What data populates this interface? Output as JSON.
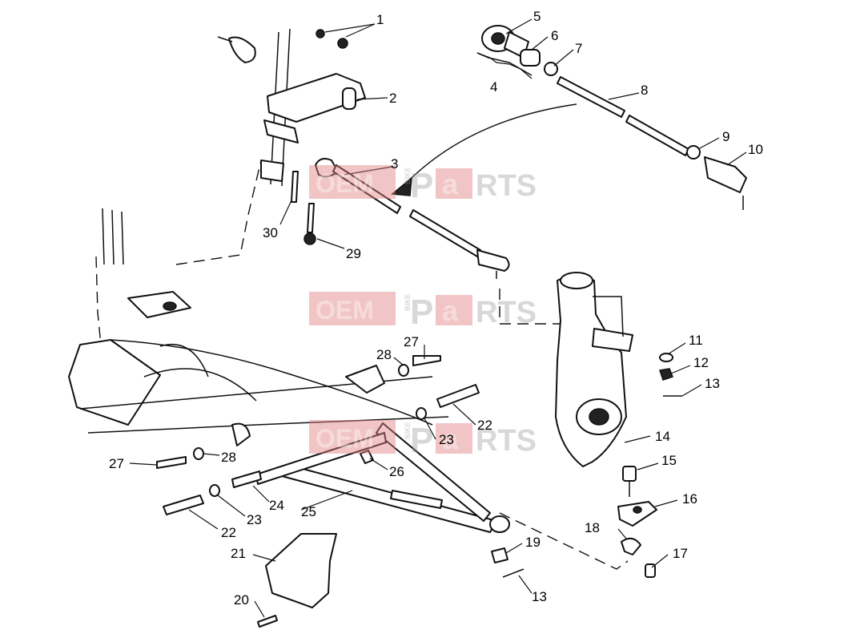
{
  "callouts": [
    {
      "id": "c1",
      "text": "1"
    },
    {
      "id": "c2",
      "text": "2"
    },
    {
      "id": "c3",
      "text": "3"
    },
    {
      "id": "c4",
      "text": "4"
    },
    {
      "id": "c5",
      "text": "5"
    },
    {
      "id": "c6",
      "text": "6"
    },
    {
      "id": "c7",
      "text": "7"
    },
    {
      "id": "c8",
      "text": "8"
    },
    {
      "id": "c9",
      "text": "9"
    },
    {
      "id": "c10",
      "text": "10"
    },
    {
      "id": "c11",
      "text": "11"
    },
    {
      "id": "c12",
      "text": "12"
    },
    {
      "id": "c13a",
      "text": "13"
    },
    {
      "id": "c13b",
      "text": "13"
    },
    {
      "id": "c14",
      "text": "14"
    },
    {
      "id": "c15",
      "text": "15"
    },
    {
      "id": "c16",
      "text": "16"
    },
    {
      "id": "c17",
      "text": "17"
    },
    {
      "id": "c18",
      "text": "18"
    },
    {
      "id": "c19",
      "text": "19"
    },
    {
      "id": "c20",
      "text": "20"
    },
    {
      "id": "c21",
      "text": "21"
    },
    {
      "id": "c22a",
      "text": "22"
    },
    {
      "id": "c22b",
      "text": "22"
    },
    {
      "id": "c23a",
      "text": "23"
    },
    {
      "id": "c23b",
      "text": "23"
    },
    {
      "id": "c24",
      "text": "24"
    },
    {
      "id": "c25",
      "text": "25"
    },
    {
      "id": "c26",
      "text": "26"
    },
    {
      "id": "c27a",
      "text": "27"
    },
    {
      "id": "c27b",
      "text": "27"
    },
    {
      "id": "c28a",
      "text": "28"
    },
    {
      "id": "c28b",
      "text": "28"
    },
    {
      "id": "c29",
      "text": "29"
    },
    {
      "id": "c30",
      "text": "30"
    }
  ],
  "watermark": {
    "oem": "OEM",
    "bike": "BIKE",
    "p": "P",
    "a": "a",
    "rts": "RTS",
    "box_color": "#e07f7f",
    "text_color": "#9a9a9a"
  }
}
